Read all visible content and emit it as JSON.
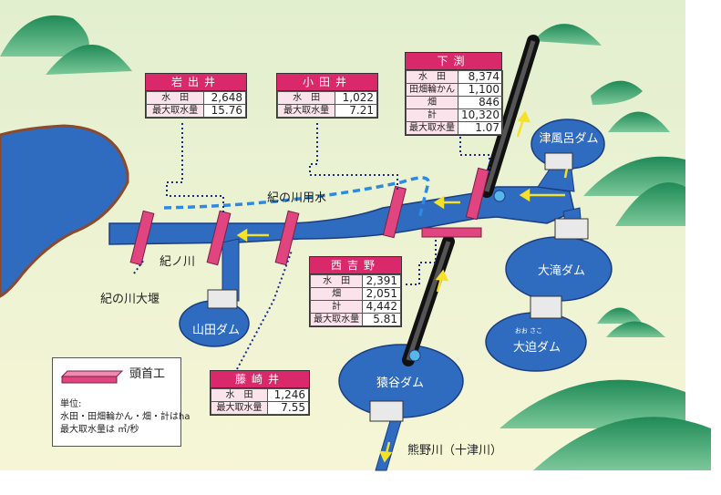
{
  "river_labels": {
    "kinokawa": "紀ノ川",
    "kinokawa_weir": "紀の川大堰",
    "canal": "紀の川用水",
    "kumano": "熊野川（十津川）"
  },
  "dams": {
    "yamada": "山田ダム",
    "tsuburo": "津風呂ダム",
    "otaki": "大滝ダム",
    "osako": "大迫ダム",
    "osako_ruby": "おお さこ",
    "sarutani": "猿谷ダム"
  },
  "intakes": {
    "iwade": {
      "name": "岩出井",
      "rows": [
        {
          "label": "水　田",
          "value": "2,648"
        },
        {
          "label": "最大取水量",
          "value": "15.76"
        }
      ]
    },
    "odai": {
      "name": "小田井",
      "rows": [
        {
          "label": "水　田",
          "value": "1,022"
        },
        {
          "label": "最大取水量",
          "value": "7.21"
        }
      ]
    },
    "shimobuchi": {
      "name": "下渕",
      "rows": [
        {
          "label": "水　田",
          "value": "8,374"
        },
        {
          "label": "田畑輪かん",
          "value": "1,100"
        },
        {
          "label": "畑",
          "value": "846"
        },
        {
          "label": "計",
          "value": "10,320"
        },
        {
          "label": "最大取水量",
          "value": "1.07"
        }
      ]
    },
    "nishiyoshino": {
      "name": "西吉野",
      "rows": [
        {
          "label": "水　田",
          "value": "2,391"
        },
        {
          "label": "畑",
          "value": "2,051"
        },
        {
          "label": "計",
          "value": "4,442"
        },
        {
          "label": "最大取水量",
          "value": "5.81"
        }
      ]
    },
    "fujisaki": {
      "name": "藤崎井",
      "rows": [
        {
          "label": "水　田",
          "value": "1,246"
        },
        {
          "label": "最大取水量",
          "value": "7.55"
        }
      ]
    }
  },
  "legend": {
    "headworks": "頭首工",
    "unit_title": "単位:",
    "unit_area": "水田・田畑輪かん・畑・計はha",
    "unit_flow": "最大取水量は ㎥/秒"
  },
  "colors": {
    "water": "#2f6cc0",
    "water_edge": "#1a3d80",
    "headworks": "#e0457f",
    "box_header": "#d9296a",
    "mountain": "#2f9e6a",
    "arrow": "#f5e02a"
  }
}
